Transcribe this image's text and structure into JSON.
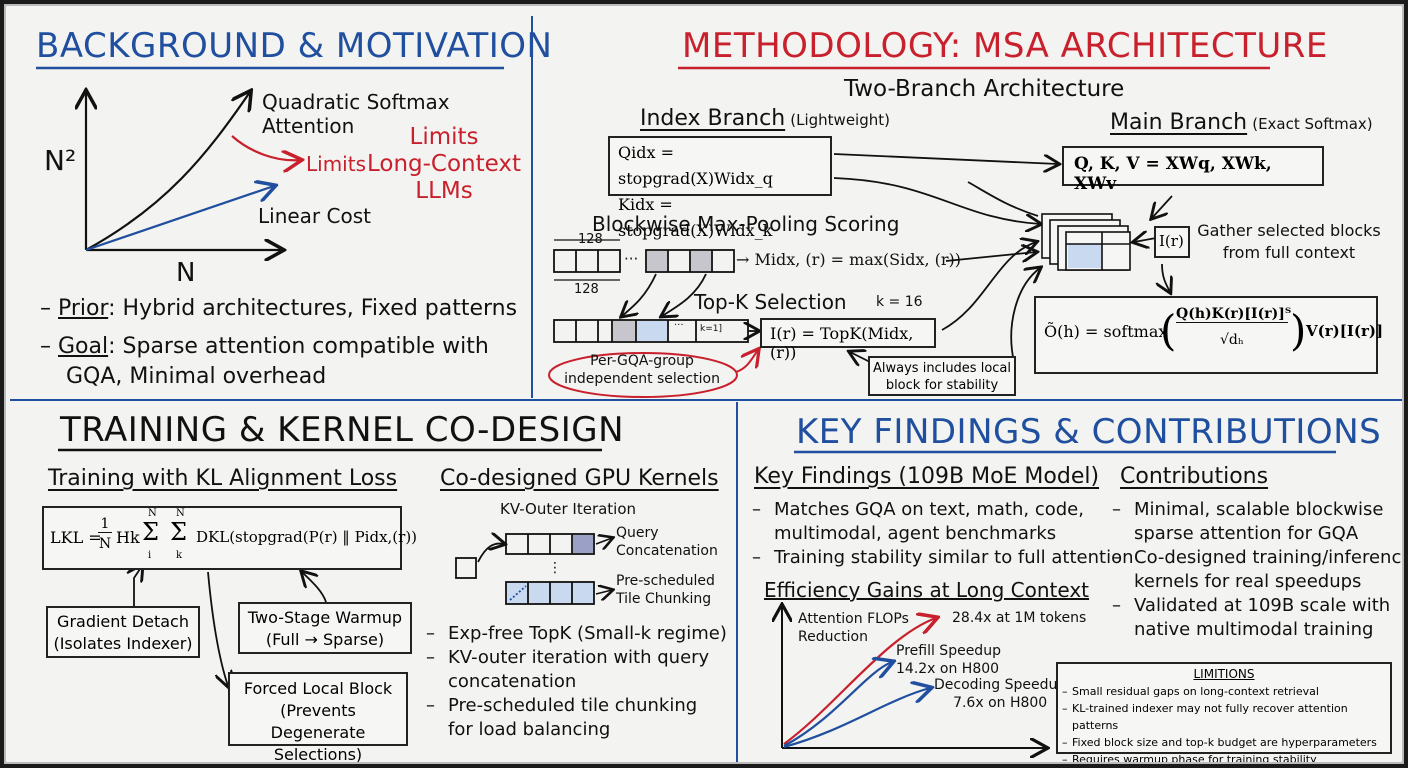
{
  "colors": {
    "blue": "#1f4f9e",
    "red": "#c8202c",
    "ink": "#111111",
    "board": "#f3f3f1",
    "block_fill": "#c9d9ef"
  },
  "background": {
    "title": "BACKGROUND & MOTIVATION",
    "chart": {
      "y_label": "N²",
      "x_label": "N",
      "quadratic_label_1": "Quadratic Softmax",
      "quadratic_label_2": "Attention",
      "limits_arrow_label": "Limits",
      "limits_big_1": "Limits",
      "limits_big_2": "Long-Context",
      "limits_big_3": "LLMs",
      "linear_label": "Linear Cost"
    },
    "prior_key": "Prior",
    "prior_text": ": Hybrid architectures, Fixed patterns",
    "goal_key": "Goal",
    "goal_text_1": ":  Sparse attention compatible with",
    "goal_text_2": "GQA, Minimal overhead"
  },
  "methodology": {
    "title": "METHODOLOGY: MSA ARCHITECTURE",
    "subtitle": "Two-Branch Architecture",
    "index_branch": "Index Branch",
    "index_branch_note": "(Lightweight)",
    "main_branch": "Main Branch",
    "main_branch_note": "(Exact Softmax)",
    "q_idx_eq": "Qidx = stopgrad(X)Widx_q",
    "k_idx_eq": "Kidx = stopgrad(X)Widx_k",
    "qkv_eq": "Q, K, V = XWq, XWk, XWv",
    "maxpool_title": "Blockwise Max-Pooling Scoring",
    "block_size_top": "128",
    "block_size_bottom": "128",
    "ellipsis": "···",
    "m_eq": "→ Midx, (r) = max(Sidx, (r))",
    "topk_title": "Top-K Selection",
    "k_value": "k = 16",
    "k_cell": "k=1]",
    "topk_eq": "I(r) = TopK(Midx, (r))",
    "gqa_note_1": "Per-GQA-group",
    "gqa_note_2": "independent selection",
    "local_note_1": "Always includes local",
    "local_note_2": "block for stability",
    "i_r": "I(r)",
    "gather_1": "Gather selected blocks",
    "gather_2": "from full context",
    "output_eq_lhs": "Õ(h) = softmax",
    "output_eq_num": "Q(h)K(r)[I(r)]ᵀ",
    "output_eq_den": "√dₕ",
    "output_eq_rhs": "V(r)[I(r)]"
  },
  "training": {
    "title": "TRAINING & KERNEL CO-DESIGN",
    "kl_title": "Training with KL Alignment Loss",
    "kl_eq_lhs": "LKL =",
    "kl_frac_num": "1",
    "kl_frac_den": "N",
    "kl_hk": "Hk",
    "kl_sum_top": "N",
    "kl_sum_sym": "Σ",
    "kl_sum_i": "i",
    "kl_sum_k": "k",
    "kl_eq_rhs": "DKL(stopgrad(P(r) ‖ Pidx,(r))",
    "gradient_1": "Gradient Detach",
    "gradient_2": "(Isolates Indexer)",
    "warmup_1": "Two-Stage Warmup",
    "warmup_2": "(Full → Sparse)",
    "forced_1": "Forced Local Block",
    "forced_2": "(Prevents Degenerate",
    "forced_3": "Selections)",
    "kernels_title": "Co-designed GPU Kernels",
    "kv_outer_title": "KV-Outer Iteration",
    "query_concat_1": "Query",
    "query_concat_2": "Concatenation",
    "prescheduled_1": "Pre-scheduled",
    "prescheduled_2": "Tile Chunking",
    "bullet_1": "Exp-free TopK (Small-k regime)",
    "bullet_2a": "KV-outer iteration with query",
    "bullet_2b": "concatenation",
    "bullet_3a": "Pre-scheduled tile chunking",
    "bullet_3b": "for load balancing"
  },
  "findings": {
    "title": "KEY FINDINGS & CONTRIBUTIONS",
    "key_title": "Key Findings (109B MoE Model)",
    "f1a": "Matches GQA on text, math, code,",
    "f1b": "multimodal, agent benchmarks",
    "f2": "Training stability similar to full attention",
    "eff_title": "Efficiency Gains at Long Context",
    "y_label_1": "Attention FLOPs",
    "y_label_2": "Reduction",
    "flops_label": "28.4x at 1M tokens",
    "prefill_1": "Prefill Speedup",
    "prefill_2": "14.2x on H800",
    "decode_1": "Decoding Speedup",
    "decode_2": "7.6x on H800",
    "contrib_title": "Contributions",
    "c1a": "Minimal, scalable blockwise",
    "c1b": "sparse attention for GQA",
    "c2a": "Co-designed training/inference",
    "c2b": "kernels for real speedups",
    "c3a": "Validated at 109B scale with",
    "c3b": "native multimodal training",
    "lim_title": "LIMITIONS",
    "lim_1": "Small residual gaps on long-context retrieval",
    "lim_2": "KL-trained indexer may not fully recover attention patterns",
    "lim_3": "Fixed block size and top-k budget are hyperparameters",
    "lim_4": "Requires warmup phase for training stability"
  }
}
